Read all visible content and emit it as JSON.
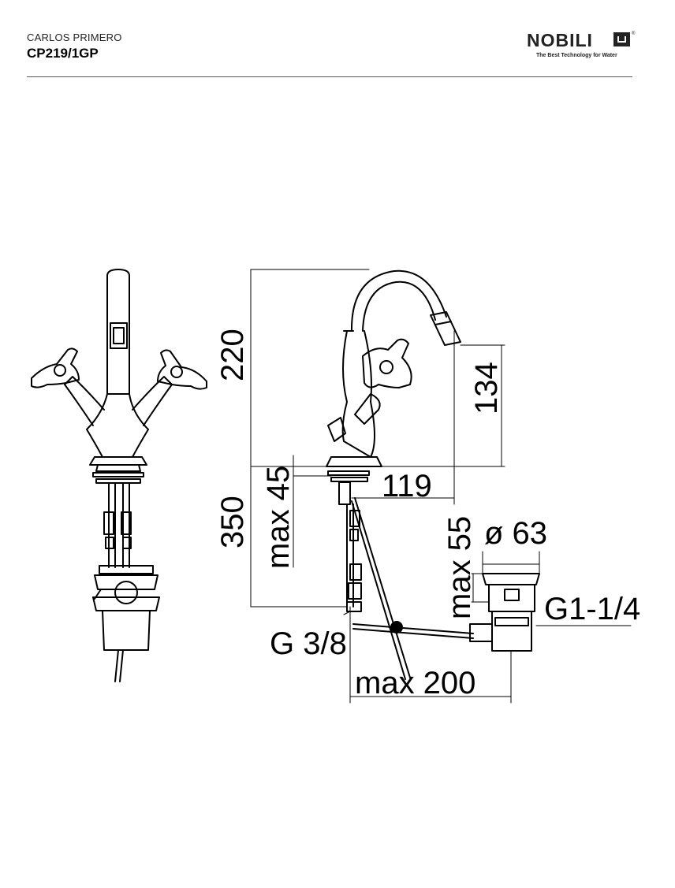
{
  "header": {
    "series": "CARLOS PRIMERO",
    "code": "CP219/1GP"
  },
  "logo": {
    "wordmark": "NOBILI",
    "tagline": "The Best Technology for Water",
    "registered": "®"
  },
  "dimensions": {
    "total_height_above_deck": "220",
    "spout_height": "134",
    "spout_reach": "119",
    "below_deck_length": "350",
    "max_deck_thickness": "max 45",
    "max_basin_thickness": "max 55",
    "waste_diameter": "ø 63",
    "waste_thread": "G1-1/4",
    "inlet_thread": "G 3/8",
    "max_rod_length": "max 200"
  }
}
